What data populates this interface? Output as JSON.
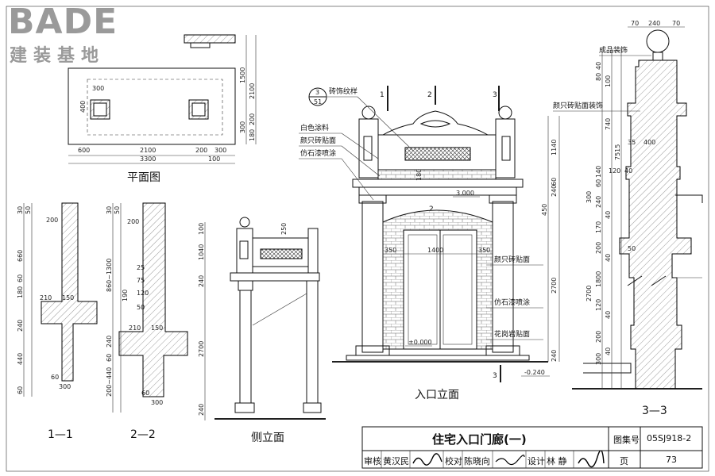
{
  "logo": {
    "latin": "BADE",
    "chinese": "建装基地"
  },
  "drawings": {
    "plan": {
      "title": "平面图",
      "dims": [
        "300",
        "400",
        "600",
        "2100",
        "200",
        "300",
        "3300",
        "100",
        "1500",
        "2100",
        "300",
        "200",
        "180"
      ]
    },
    "section_1": {
      "title": "1—1",
      "dims": [
        "30",
        "50",
        "200",
        "660",
        "60",
        "180",
        "210",
        "150",
        "240",
        "440",
        "60",
        "300",
        "60"
      ]
    },
    "section_2": {
      "title": "2—2",
      "dims": [
        "30",
        "50",
        "200",
        "860~1300",
        "25",
        "75",
        "120",
        "50",
        "210",
        "150",
        "190",
        "240",
        "60",
        "200~440",
        "60",
        "300"
      ]
    },
    "side": {
      "title": "侧立面",
      "dims": [
        "100",
        "1040",
        "240",
        "2700",
        "240",
        "250"
      ]
    },
    "front": {
      "title": "入口立面",
      "section_marks": [
        "1",
        "2",
        "3",
        "2",
        "3"
      ],
      "detail_ref": {
        "top": "3",
        "bottom": "51"
      },
      "labels": [
        "砖饰纹样",
        "白色涂料",
        "颜只砖贴面",
        "仿石漆喷涂",
        "颜只砖贴面",
        "仿石漆喷涂",
        "花岗岩贴面"
      ],
      "levels": [
        "3.000",
        "±0.000",
        "-0.240"
      ],
      "dims": [
        "1140",
        "60",
        "240",
        "450",
        "1400",
        "350",
        "350",
        "2700",
        "240",
        "180"
      ]
    },
    "section_3": {
      "title": "3—3",
      "labels": [
        "成品装饰",
        "颜只砖贴面装饰"
      ],
      "dims": [
        "70",
        "240",
        "70",
        "40",
        "80",
        "100",
        "400",
        "740",
        "35",
        "7515",
        "120",
        "40",
        "140",
        "60",
        "300",
        "240",
        "40",
        "170",
        "200",
        "40",
        "1800",
        "50",
        "120",
        "40",
        "200",
        "2700",
        "40",
        "300"
      ]
    }
  },
  "title_block": {
    "title": "住宅入口门廊(一)",
    "atlas_label": "图集号",
    "atlas_no": "05SJ918-2",
    "review_label": "审核",
    "reviewer": "黄汉民",
    "check_label": "校对",
    "checker": "陈晓向",
    "design_label": "设计",
    "designer": "林 静",
    "page_label": "页",
    "page_no": "73"
  }
}
